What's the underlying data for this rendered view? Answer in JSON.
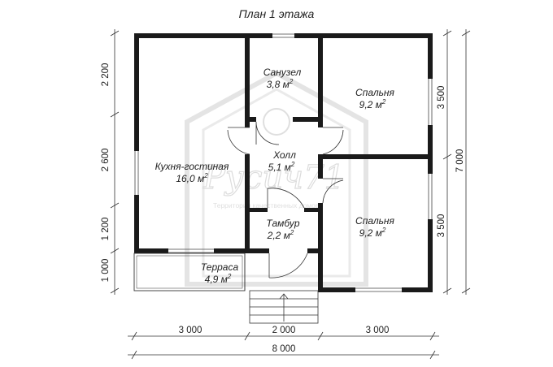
{
  "title": "План 1 этажа",
  "watermark": {
    "brand": "Русич71",
    "slogan": "Территория качественных домов"
  },
  "rooms": {
    "kitchen": {
      "name": "Кухня-гостиная",
      "area": "16,0 м",
      "sup": "2"
    },
    "bathroom": {
      "name": "Санузел",
      "area": "3,8 м",
      "sup": "2"
    },
    "bedroom1": {
      "name": "Спальня",
      "area": "9,2 м",
      "sup": "2"
    },
    "hall": {
      "name": "Холл",
      "area": "5,1 м",
      "sup": "2"
    },
    "bedroom2": {
      "name": "Спальня",
      "area": "9,2 м",
      "sup": "2"
    },
    "vestibule": {
      "name": "Тамбур",
      "area": "2,2 м",
      "sup": "2"
    },
    "terrace": {
      "name": "Терраса",
      "area": "4,9 м",
      "sup": "2"
    }
  },
  "dimensions": {
    "left": [
      "2 200",
      "2 600",
      "1 200",
      "1 000"
    ],
    "right": [
      "3 500",
      "3 500"
    ],
    "total_height": "7 000",
    "bottom": [
      "3 000",
      "2 000",
      "3 000"
    ],
    "total_width": "8 000"
  }
}
